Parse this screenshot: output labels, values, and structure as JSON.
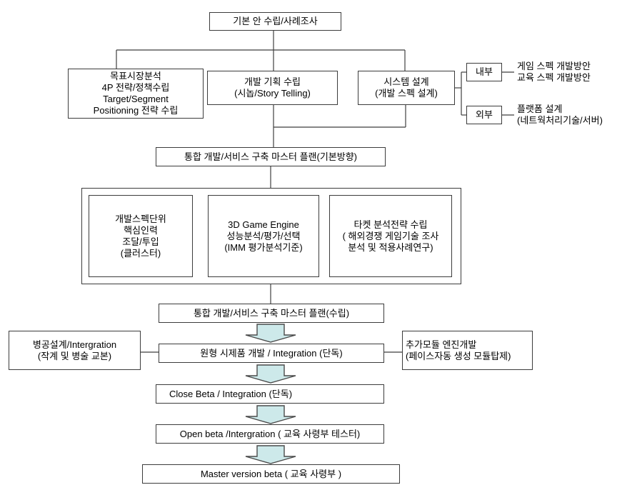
{
  "colors": {
    "arrow_fill": "#cde9ea",
    "arrow_stroke": "#4a4a4a",
    "line": "#3f3f3f",
    "box_border": "#3c3c3c"
  },
  "nodes": {
    "base_plan": {
      "label": "기본 안 수립/사례조사"
    },
    "market": {
      "line1": "목표시장분석",
      "line2": "4P 전략/정책수립",
      "line3": "Target/Segment",
      "line4": "Positioning 전략 수립"
    },
    "dev_plan": {
      "line1": "개발 기획 수립",
      "line2": "(시놉/Story Telling)"
    },
    "system_design": {
      "line1": "시스템 설계",
      "line2": "(개발 스펙 설계)"
    },
    "internal": {
      "label": "내부"
    },
    "internal_note": {
      "line1": "게임 스펙 개발방안",
      "line2": "교육 스펙 개발방안"
    },
    "external": {
      "label": "외부"
    },
    "external_note": {
      "line1": "플랫폼 설계",
      "line2": "(네트웍처리기술/서버)"
    },
    "master_plan_direction": {
      "label": "통합 개발/서비스 구축 마스터 플랜(기본방향)"
    },
    "cluster": {
      "line1": "개발스펙단위",
      "line2": "핵심인력",
      "line3": "조달/투입",
      "line4": "(클러스터)"
    },
    "game_engine": {
      "line1": "3D Game Engine",
      "line2": "성능분석/평가/선택",
      "line3": "(IMM 평가분석기준)"
    },
    "target_analysis": {
      "line1": "타켓 분석전략 수립",
      "line2": "( 해외경쟁 게임기술 조사",
      "line3": "분석 및 적용사례연구)"
    },
    "master_plan_establish": {
      "label": "통합 개발/서비스 구축 마스터 플랜(수립)"
    },
    "military_design": {
      "line1": "병공설계/Intergration",
      "line2": "(작계 및 병술 교본)"
    },
    "prototype": {
      "label": "원형 시제품 개발 / Integration (단독)"
    },
    "addon_module": {
      "line1": "추가모듈 엔진개발",
      "line2": "(페이스자동 생성 모듈탑제)"
    },
    "close_beta": {
      "label": "Close Beta / Integration (단독)"
    },
    "open_beta": {
      "label": "Open beta /Intergration ( 교육 사령부 테스터)"
    },
    "master_version": {
      "label": "Master version beta ( 교육 사령부 )"
    }
  }
}
